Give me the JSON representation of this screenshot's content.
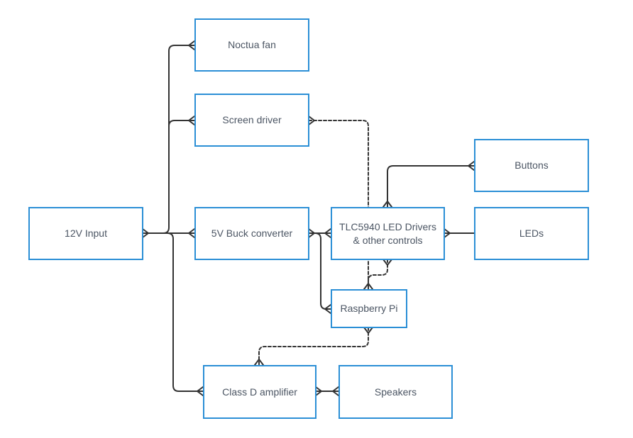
{
  "nodes": {
    "input_12v": "12V Input",
    "noctua_fan": "Noctua fan",
    "screen_driver": "Screen driver",
    "buck_5v": "5V Buck converter",
    "tlc5940": "TLC5940 LED Drivers\n& other controls",
    "buttons": "Buttons",
    "leds": "LEDs",
    "raspberry_pi": "Raspberry Pi",
    "class_d_amp": "Class D amplifier",
    "speakers": "Speakers"
  },
  "colors": {
    "box_border": "#2b8fd6",
    "text": "#4b5563",
    "line": "#333333"
  }
}
